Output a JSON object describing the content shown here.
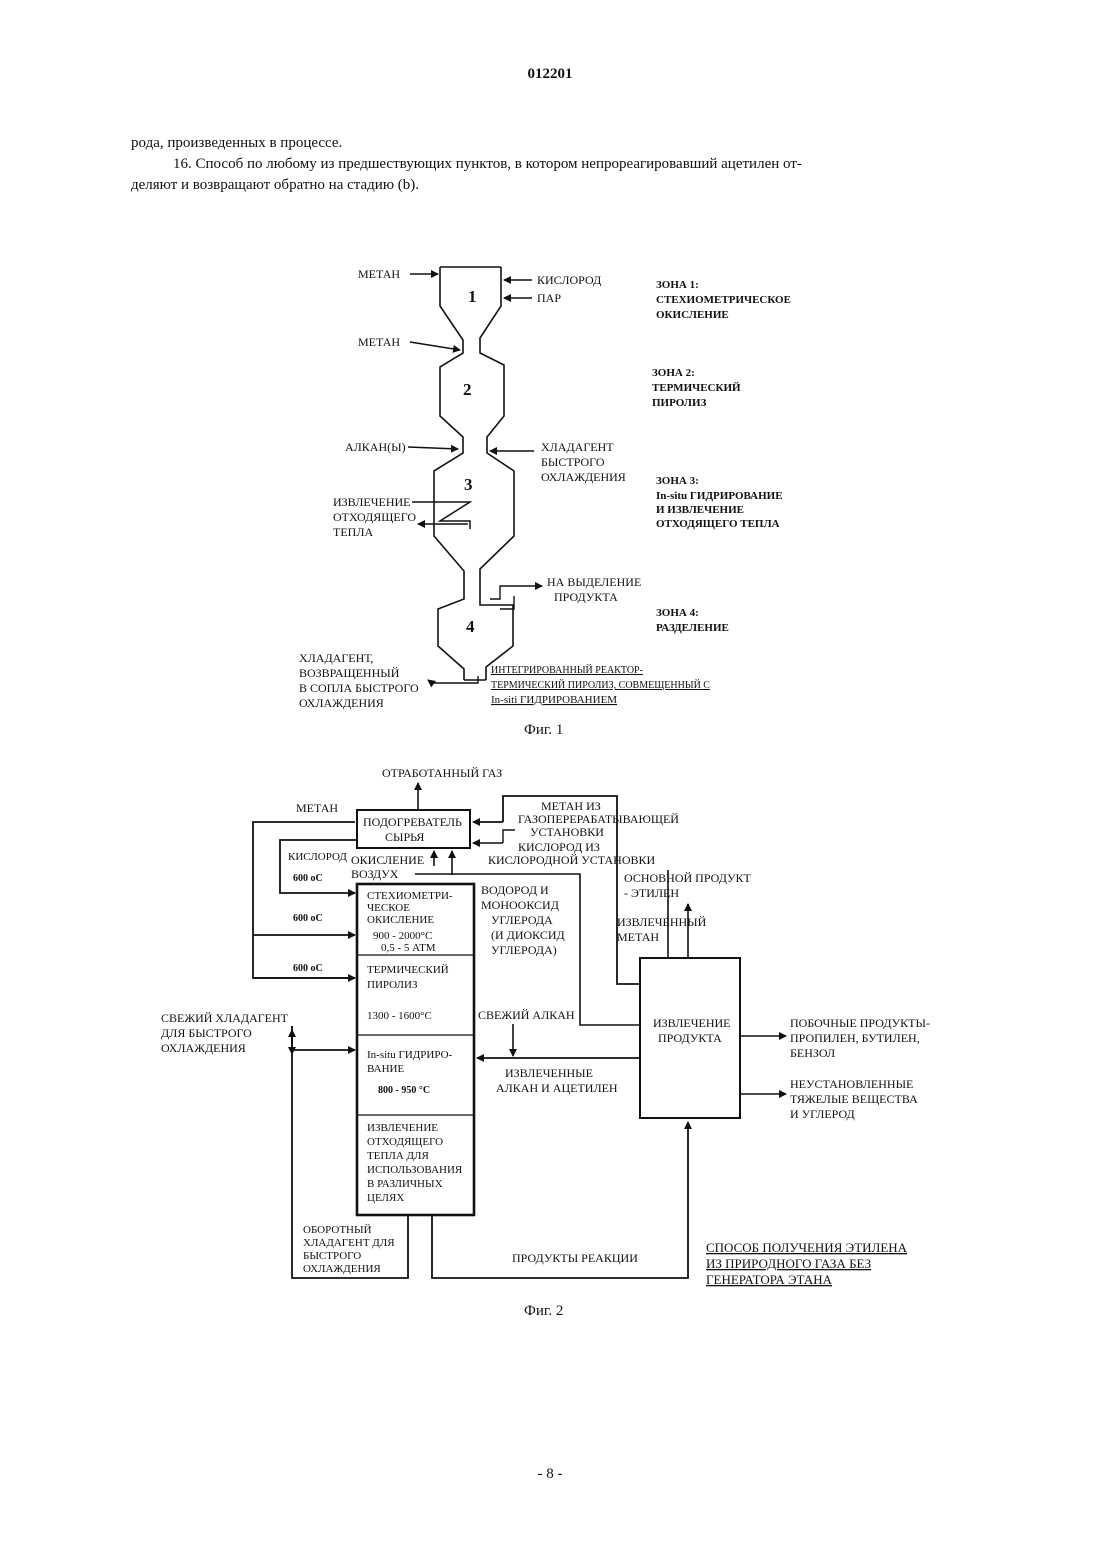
{
  "header": {
    "doc_number": "012201"
  },
  "text": {
    "continuation": "рода, произведенных в процессе.",
    "claim16_line1": "16. Способ по любому из предшествующих пунктов, в котором непрореагировавший ацетилен от-",
    "claim16_line2": "деляют и возвращают обратно на стадию (b)."
  },
  "fig1": {
    "caption": "Фиг. 1",
    "zone_numbers": [
      "1",
      "2",
      "3",
      "4"
    ],
    "inputs": {
      "methane_top": "МЕТАН",
      "oxygen": "КИСЛОРОД",
      "steam": "ПАР",
      "methane_mid": "МЕТАН",
      "alkanes": "АЛКАН(Ы)",
      "quench_l1": "ХЛАДАГЕНТ",
      "quench_l2": "БЫСТРОГО",
      "quench_l3": "ОХЛАЖДЕНИЯ",
      "heat_l1": "ИЗВЛЕЧЕНИЕ",
      "heat_l2": "ОТХОДЯЩЕГО",
      "heat_l3": "ТЕПЛА",
      "product_l1": "НА ВЫДЕЛЕНИЕ",
      "product_l2": "ПРОДУКТА",
      "coolant_l1": "ХЛАДАГЕНТ,",
      "coolant_l2": "ВОЗВРАЩЕННЫЙ",
      "coolant_l3": "В СОПЛА БЫСТРОГО",
      "coolant_l4": "ОХЛАЖДЕНИЯ"
    },
    "zones": {
      "z1_l1": "ЗОНА 1:",
      "z1_l2": "СТЕХИОМЕТРИЧЕСКОЕ",
      "z1_l3": "ОКИСЛЕНИЕ",
      "z2_l1": "ЗОНА 2:",
      "z2_l2": "ТЕРМИЧЕСКИЙ",
      "z2_l3": "ПИРОЛИЗ",
      "z3_l1": "ЗОНА 3:",
      "z3_l2": "In-situ ГИДРИРОВАНИЕ",
      "z3_l3": "И ИЗВЛЕЧЕНИЕ",
      "z3_l4": "ОТХОДЯЩЕГО ТЕПЛА",
      "z4_l1": "ЗОНА 4:",
      "z4_l2": "РАЗДЕЛЕНИЕ"
    },
    "reactor_note": {
      "l1": "ИНТЕГРИРОВАННЫЙ РЕАКТОР-",
      "l2": "ТЕРМИЧЕСКИЙ ПИРОЛИЗ, СОВМЕЩЕННЫЙ С",
      "l3": "In-siti ГИДРИРОВАНИЕМ"
    }
  },
  "fig2": {
    "caption": "Фиг. 2",
    "exhaust_gas": "ОТРАБОТАННЫЙ ГАЗ",
    "methane": "МЕТАН",
    "preheater_l1": "ПОДОГРЕВАТЕЛЬ",
    "preheater_l2": "СЫРЬЯ",
    "methane_plant_l1": "МЕТАН ИЗ",
    "methane_plant_l2": "ГАЗОПЕРЕРАБАТЫВАЮЩЕЙ",
    "methane_plant_l3": "УСТАНОВКИ",
    "oxygen_plant_l1": "КИСЛОРОД ИЗ",
    "oxygen_plant_l2": "КИСЛОРОДНОЙ УСТАНОВКИ",
    "oxygen": "КИСЛОРОД",
    "oxidation_air_l1": "ОКИСЛЕНИЕ",
    "oxidation_air_l2": "ВОЗДУХ",
    "temp_600_1": "600 oC",
    "temp_600_2": "600 oC",
    "temp_600_3": "600 oC",
    "reactor": {
      "s1_l1": "СТЕХИОМЕТРИ-",
      "s1_l2": "ЧЕСКОЕ",
      "s1_l3": "ОКИСЛЕНИЕ",
      "s1_l4": "900 - 2000°С",
      "s1_l5": "0,5 - 5 АТМ",
      "s2_l1": "ТЕРМИЧЕСКИЙ",
      "s2_l2": "ПИРОЛИЗ",
      "s2_l3": "1300 - 1600°С",
      "s3_l1": "In-situ ГИДРИРО-",
      "s3_l2": "ВАНИЕ",
      "s3_l3": "800 - 950 °С",
      "s4_l1": "ИЗВЛЕЧЕНИЕ",
      "s4_l2": "ОТХОДЯЩЕГО",
      "s4_l3": "ТЕПЛА ДЛЯ",
      "s4_l4": "ИСПОЛЬЗОВАНИЯ",
      "s4_l5": "В РАЗЛИЧНЫХ",
      "s4_l6": "ЦЕЛЯХ"
    },
    "hydrogen_l1": "ВОДОРОД И",
    "hydrogen_l2": "МОНООКСИД",
    "hydrogen_l3": "УГЛЕРОДА",
    "hydrogen_l4": "(И ДИОКСИД",
    "hydrogen_l5": "УГЛЕРОДА)",
    "main_product_l1": "ОСНОВНОЙ ПРОДУКТ",
    "main_product_l2": "- ЭТИЛЕН",
    "recovered_methane_l1": "ИЗВЛЕЧЕННЫЙ",
    "recovered_methane_l2": "МЕТАН",
    "fresh_quench_l1": "СВЕЖИЙ ХЛАДАГЕНТ",
    "fresh_quench_l2": "ДЛЯ БЫСТРОГО",
    "fresh_quench_l3": "ОХЛАЖДЕНИЯ",
    "fresh_alkane": "СВЕЖИЙ АЛКАН",
    "recovered_alkane_l1": "ИЗВЛЕЧЕННЫЕ",
    "recovered_alkane_l2": "АЛКАН И АЦЕТИЛЕН",
    "product_recovery_l1": "ИЗВЛЕЧЕНИЕ",
    "product_recovery_l2": "ПРОДУКТА",
    "byproducts_l1": "ПОБОЧНЫЕ ПРОДУКТЫ-",
    "byproducts_l2": "ПРОПИЛЕН, БУТИЛЕН,",
    "byproducts_l3": "БЕНЗОЛ",
    "heavy_l1": "НЕУСТАНОВЛЕННЫЕ",
    "heavy_l2": "ТЯЖЕЛЫЕ ВЕЩЕСТВА",
    "heavy_l3": "И УГЛЕРОД",
    "recycle_l1": "ОБОРОТНЫЙ",
    "recycle_l2": "ХЛАДАГЕНТ ДЛЯ",
    "recycle_l3": "БЫСТРОГО",
    "recycle_l4": "ОХЛАЖДЕНИЯ",
    "reaction_products": "ПРОДУКТЫ РЕАКЦИИ",
    "title_l1": "СПОСОБ ПОЛУЧЕНИЯ ЭТИЛЕНА",
    "title_l2": "ИЗ ПРИРОДНОГО ГАЗА БЕЗ",
    "title_l3": "ГЕНЕРАТОРА ЭТАНА"
  },
  "footer": {
    "page_number": "- 8 -"
  }
}
